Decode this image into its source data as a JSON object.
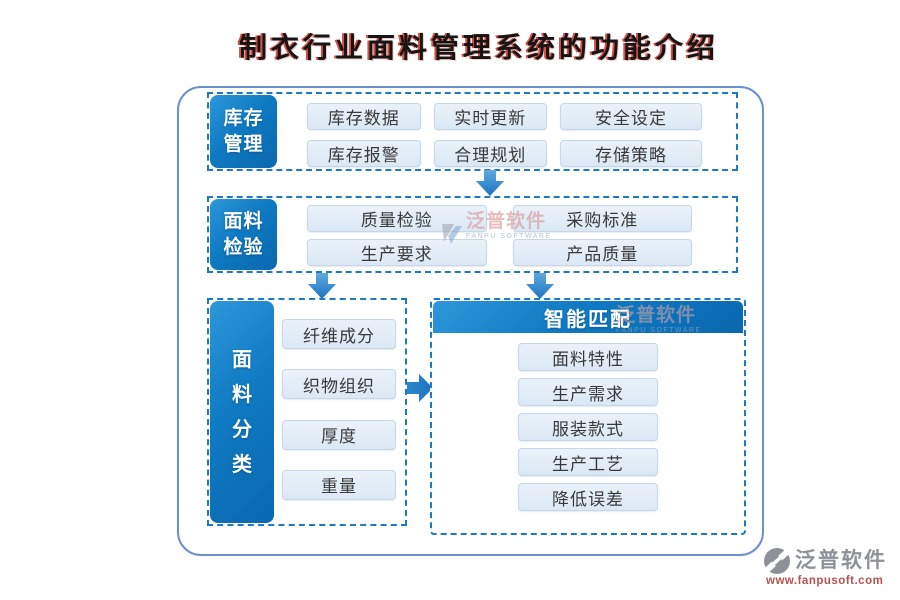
{
  "title": "制衣行业面料管理系统的功能介绍",
  "sections": {
    "inventory": {
      "label_line1": "库存",
      "label_line2": "管理",
      "items": [
        "库存数据",
        "实时更新",
        "安全设定",
        "库存报警",
        "合理规划",
        "存储策略"
      ]
    },
    "inspection": {
      "label_line1": "面料",
      "label_line2": "检验",
      "items": [
        "质量检验",
        "采购标准",
        "生产要求",
        "产品质量"
      ]
    },
    "classification": {
      "label_chars": [
        "面",
        "料",
        "分",
        "类"
      ],
      "items": [
        "纤维成分",
        "织物组织",
        "厚度",
        "重量"
      ]
    },
    "matching": {
      "header": "智能匹配",
      "items": [
        "面料特性",
        "生产需求",
        "服装款式",
        "生产工艺",
        "降低误差"
      ]
    }
  },
  "watermark": {
    "brand": "泛普软件",
    "subtext": "FANPU SOFTWARE"
  },
  "footer": {
    "brand": "泛普软件",
    "url": "www.fanpusoft.com"
  },
  "colors": {
    "primary_blue": "#0f7ac2",
    "dashed_border": "#1b79c6",
    "pill_bg": "#dbe8f4",
    "title_red": "#cf3126",
    "frame_border": "#6b90cc"
  }
}
